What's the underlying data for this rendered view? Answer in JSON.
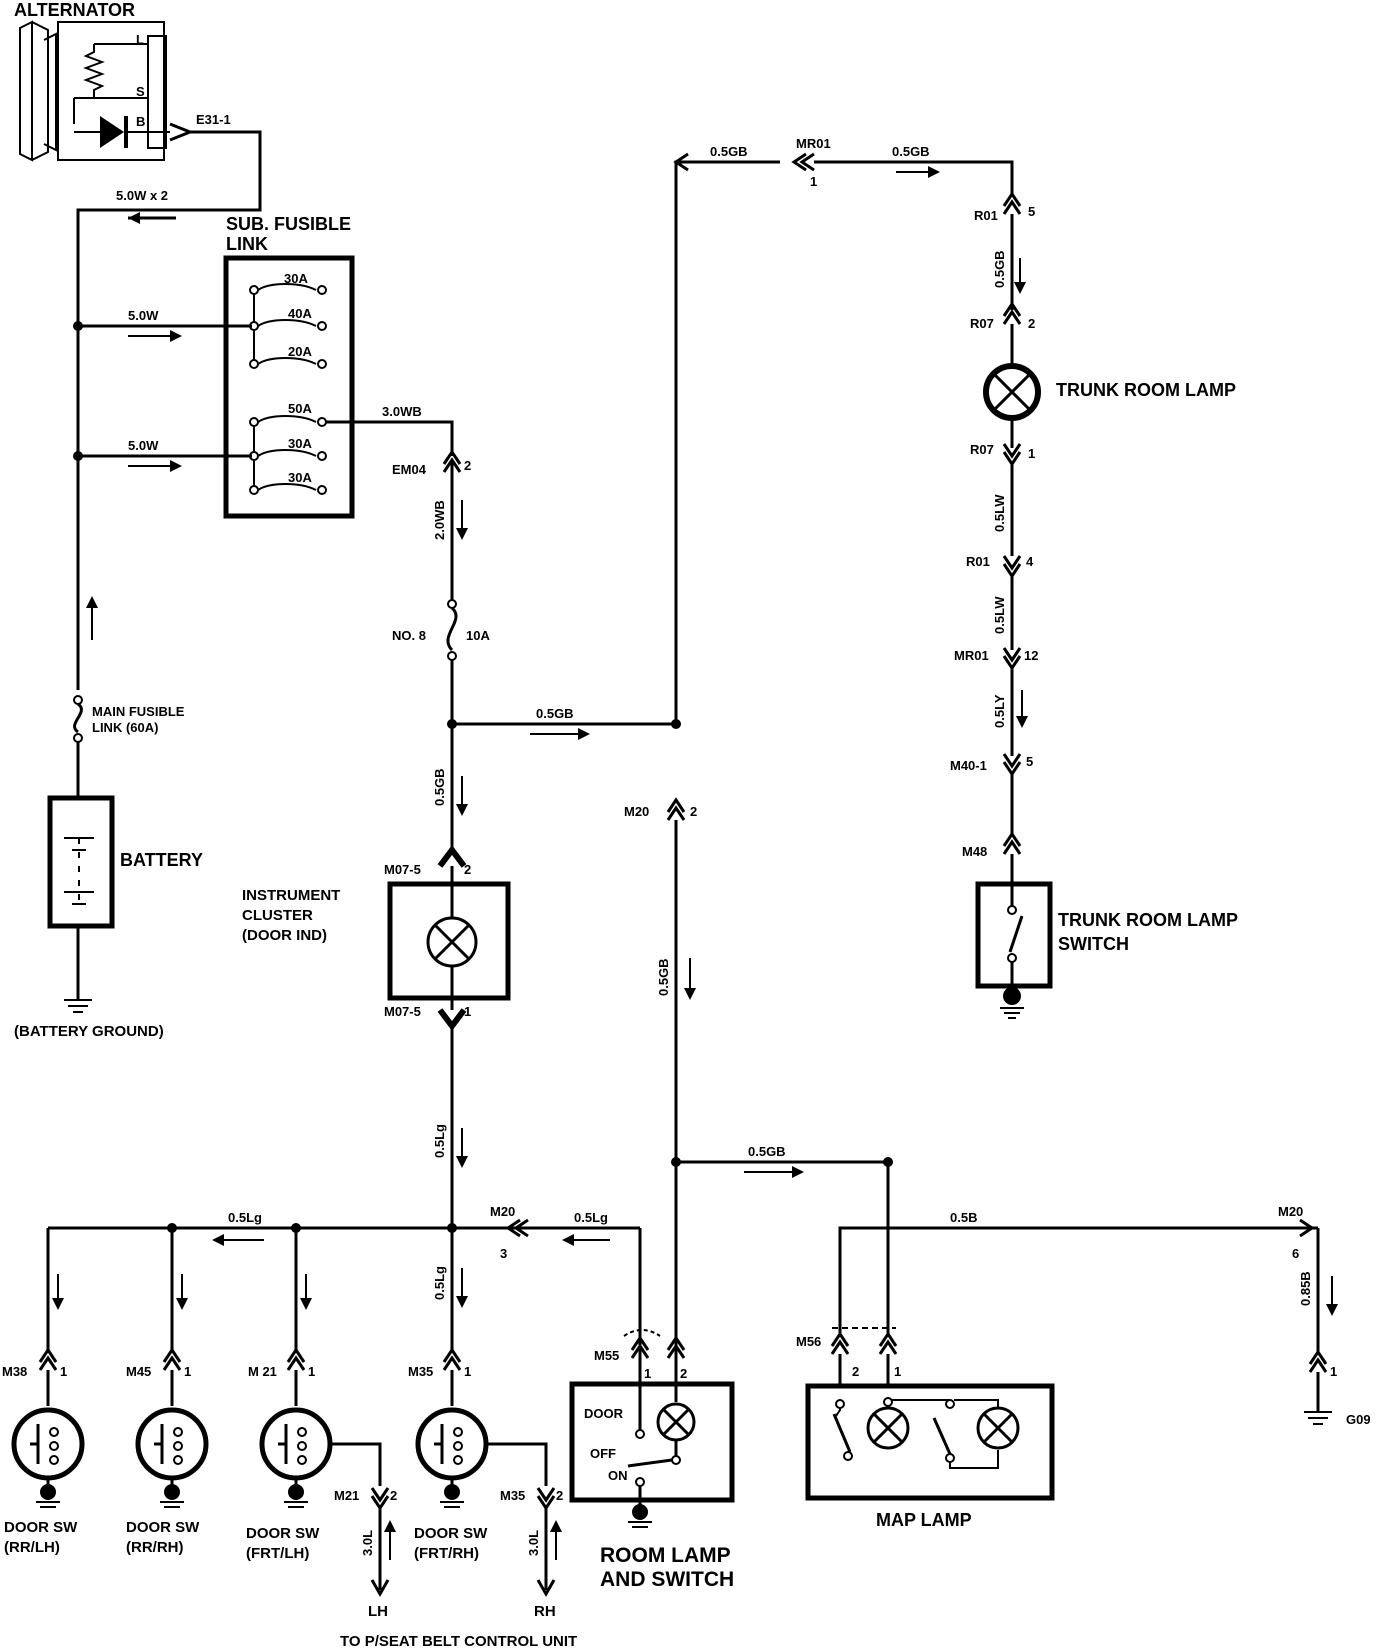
{
  "components": {
    "alternator": "ALTERNATOR",
    "alt_L": "L",
    "alt_S": "S",
    "alt_B": "B",
    "e31": "E31-1",
    "sub_fusible_1": "SUB. FUSIBLE",
    "sub_fusible_2": "LINK",
    "main_fusible_1": "MAIN FUSIBLE",
    "main_fusible_2": "LINK (60A)",
    "battery": "BATTERY",
    "battery_ground": "(BATTERY GROUND)",
    "ic_1": "INSTRUMENT",
    "ic_2": "CLUSTER",
    "ic_3": "(DOOR IND)",
    "trunk_lamp": "TRUNK ROOM LAMP",
    "trunk_sw_1": "TRUNK ROOM LAMP",
    "trunk_sw_2": "SWITCH",
    "room_lamp_1": "ROOM  LAMP",
    "room_lamp_2": "AND  SWITCH",
    "door": "DOOR",
    "off": "OFF",
    "on": "ON",
    "map_lamp": "MAP LAMP",
    "fuse_no8": "NO. 8",
    "fuse_10a": "10A",
    "g09": "G09",
    "lh": "LH",
    "rh": "RH",
    "to_unit": "TO P/SEAT BELT CONTROL UNIT"
  },
  "fuses": [
    "30A",
    "40A",
    "20A",
    "50A",
    "30A",
    "30A"
  ],
  "door_switches": [
    {
      "line1": "DOOR SW",
      "line2": "(RR/LH)",
      "conn": "M38",
      "pin": "1"
    },
    {
      "line1": "DOOR SW",
      "line2": "(RR/RH)",
      "conn": "M45",
      "pin": "1"
    },
    {
      "line1": "DOOR SW",
      "line2": "(FRT/LH)",
      "conn": "M 21",
      "pin": "1"
    },
    {
      "line1": "DOOR SW",
      "line2": "(FRT/RH)",
      "conn": "M35",
      "pin": "1"
    }
  ],
  "wires": {
    "w5x2": "5.0W x 2",
    "w5a": "5.0W",
    "w5b": "5.0W",
    "w3wb": "3.0WB",
    "w2wb": "2.0WB",
    "w05gb_h1": "0.5GB",
    "w05gb_v1": "0.5GB",
    "w05gb_top_l": "0.5GB",
    "w05gb_top_r": "0.5GB",
    "w05gb_r1": "0.5GB",
    "w05lw_1": "0.5LW",
    "w05lw_2": "0.5LW",
    "w05ly": "0.5LY",
    "w05gb_mid": "0.5GB",
    "w05lg_v": "0.5Lg",
    "w05lg_h": "0.5Lg",
    "w05lg_m20": "0.5Lg",
    "w05lg_v2": "0.5Lg",
    "w05gb_h2": "0.5GB",
    "w05b": "0.5B",
    "w085b": "0.85B",
    "w30l_a": "3.0L",
    "w30l_b": "3.0L"
  },
  "connectors": {
    "em04": "EM04",
    "em04_pin": "2",
    "mr01_top": "MR01",
    "mr01_top_pin": "1",
    "r01_a": "R01",
    "r01_a_pin": "5",
    "r07_a": "R07",
    "r07_a_pin": "2",
    "r07_b": "R07",
    "r07_b_pin": "1",
    "r01_b": "R01",
    "r01_b_pin": "4",
    "mr01_b": "MR01",
    "mr01_b_pin": "12",
    "m40": "M40-1",
    "m40_pin": "5",
    "m48": "M48",
    "m07_top": "M07-5",
    "m07_top_pin": "2",
    "m07_bot": "M07-5",
    "m07_bot_pin": "1",
    "m20_a": "M20",
    "m20_a_pin": "2",
    "m20_b": "M20",
    "m20_b_pin": "3",
    "m20_c": "M20",
    "m20_c_pin": "6",
    "m55": "M55",
    "m55_pin1": "1",
    "m55_pin2": "2",
    "m56": "M56",
    "m56_pin2": "2",
    "m56_pin1": "1",
    "m21_b": "M21",
    "m21_b_pin": "2",
    "m35_b": "M35",
    "m35_b_pin": "2",
    "g09_pin": "1"
  }
}
